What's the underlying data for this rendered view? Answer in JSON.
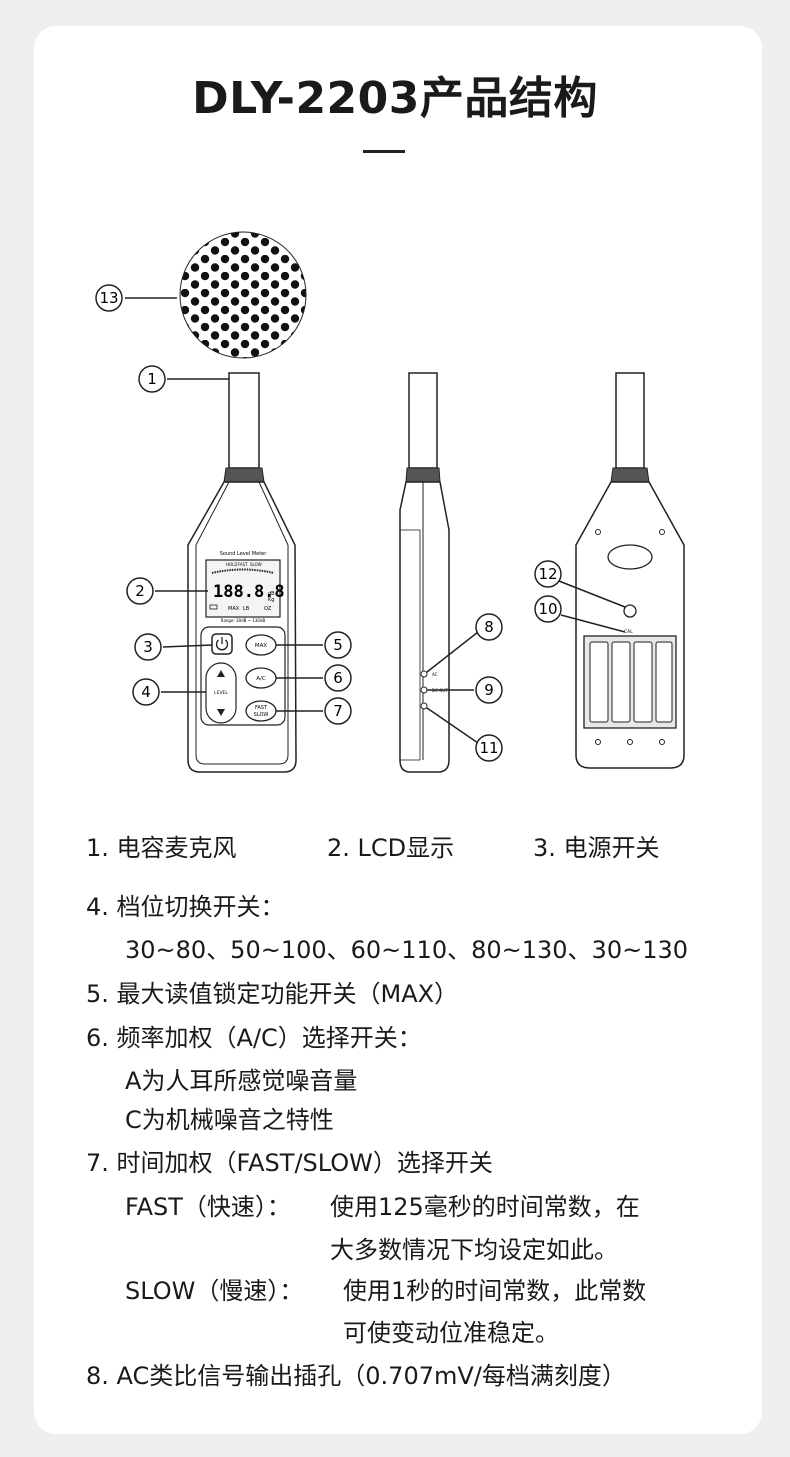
{
  "page": {
    "title": "DLY-2203产品结构"
  },
  "diagram": {
    "callouts": [
      "1",
      "2",
      "3",
      "4",
      "5",
      "6",
      "7",
      "8",
      "9",
      "10",
      "11",
      "12",
      "13"
    ],
    "meter_front": {
      "header": "Sound Level Meter",
      "lcd_reading": "188.8.8",
      "lcd_top_labels": [
        "HOLD",
        "FAST",
        "SLOW"
      ],
      "lcd_units": [
        "dB",
        "Kg"
      ],
      "lcd_bottom_labels": [
        "MAX",
        "LB",
        "OZ"
      ],
      "range_text": "Range: 30dB ~ 130dB",
      "btn_power_icon": "power-icon",
      "btn_max": "MAX",
      "btn_ac": "A/C",
      "btn_fast": "FAST",
      "btn_slow": "SLOW",
      "level_label": "LEVEL",
      "side_jack_label": "AC",
      "side_jack_label2": "DC OUT",
      "back_cal_label": "CAL"
    }
  },
  "descriptions": {
    "item1": "1. 电容麦克风",
    "item2": "2. LCD显示",
    "item3": "3. 电源开关",
    "item4": "4. 档位切换开关：",
    "item4_ranges": "30~80、50~100、60~110、80~130、30~130",
    "item5": "5. 最大读值锁定功能开关（MAX）",
    "item6": "6. 频率加权（A/C）选择开关：",
    "item6_a": "A为人耳所感觉噪音量",
    "item6_c": "C为机械噪音之特性",
    "item7": "7. 时间加权（FAST/SLOW）选择开关",
    "item7_fast_label": "FAST（快速）：",
    "item7_fast_line1": "使用125毫秒的时间常数，在",
    "item7_fast_line2": "大多数情况下均设定如此。",
    "item7_slow_label": "SLOW（慢速）：",
    "item7_slow_line1": "使用1秒的时间常数，此常数",
    "item7_slow_line2": "可使变动位准稳定。",
    "item8": "8. AC类比信号输出插孔（0.707mV/每档满刻度）"
  }
}
